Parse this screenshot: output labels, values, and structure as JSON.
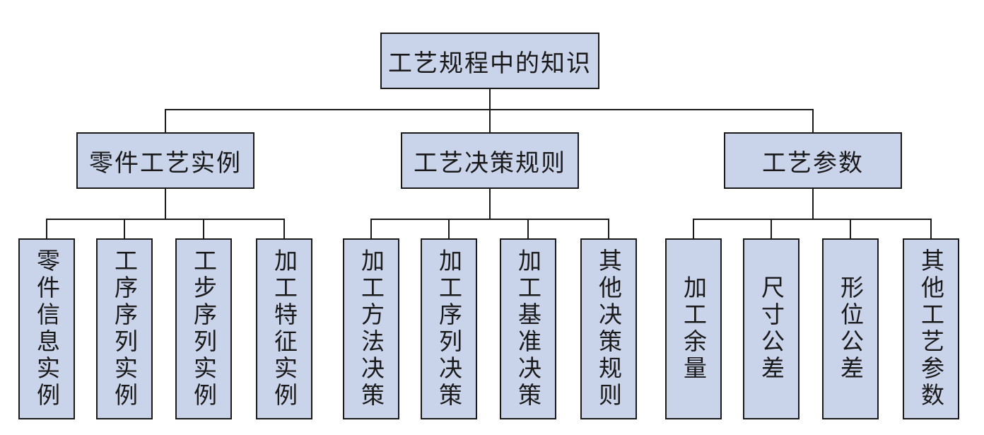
{
  "diagram": {
    "root": "工艺规程中的知识",
    "categories": [
      {
        "label": "零件工艺实例",
        "children": [
          "零件信息实例",
          "工序序列实例",
          "工步序列实例",
          "加工特征实例"
        ]
      },
      {
        "label": "工艺决策规则",
        "children": [
          "加工方法决策",
          "加工序列决策",
          "加工基准决策",
          "其他决策规则"
        ]
      },
      {
        "label": "工艺参数",
        "children": [
          "加工余量",
          "尺寸公差",
          "形位公差",
          "其他工艺参数"
        ]
      }
    ]
  },
  "colors": {
    "box_fill": "#c9d3ea",
    "stroke": "#1a1a1a"
  }
}
